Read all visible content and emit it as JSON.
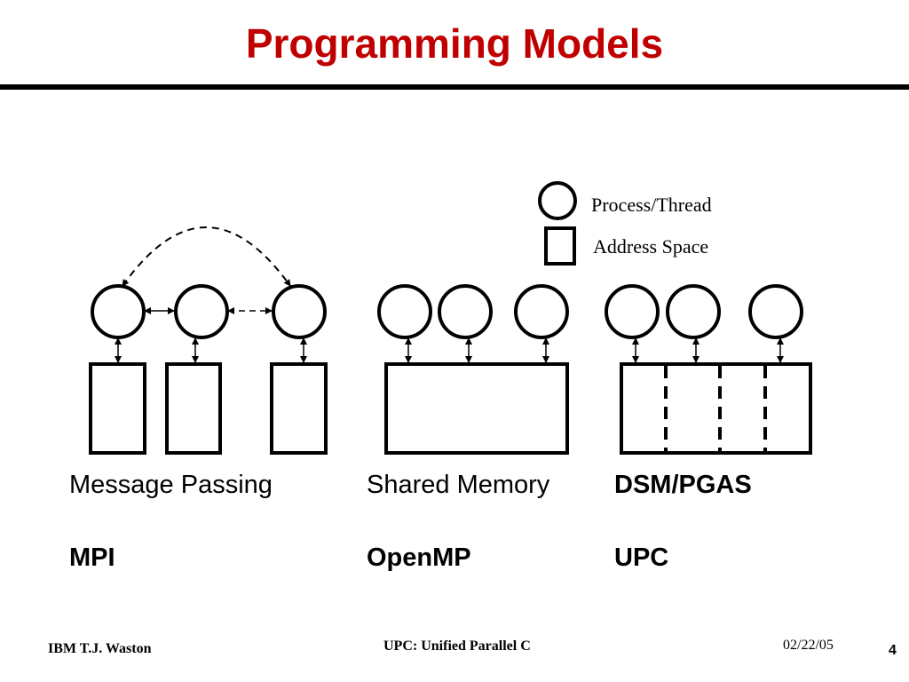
{
  "slide": {
    "title": "Programming Models"
  },
  "legend": {
    "process_label": "Process/Thread",
    "address_label": "Address Space"
  },
  "models": [
    {
      "name": "Message Passing",
      "example": "MPI"
    },
    {
      "name": "Shared Memory",
      "example": "OpenMP"
    },
    {
      "name": "DSM/PGAS",
      "example": "UPC"
    }
  ],
  "footer": {
    "left": "IBM T.J. Waston",
    "center": "UPC: Unified Parallel C",
    "date": "02/22/05",
    "page": "4"
  }
}
